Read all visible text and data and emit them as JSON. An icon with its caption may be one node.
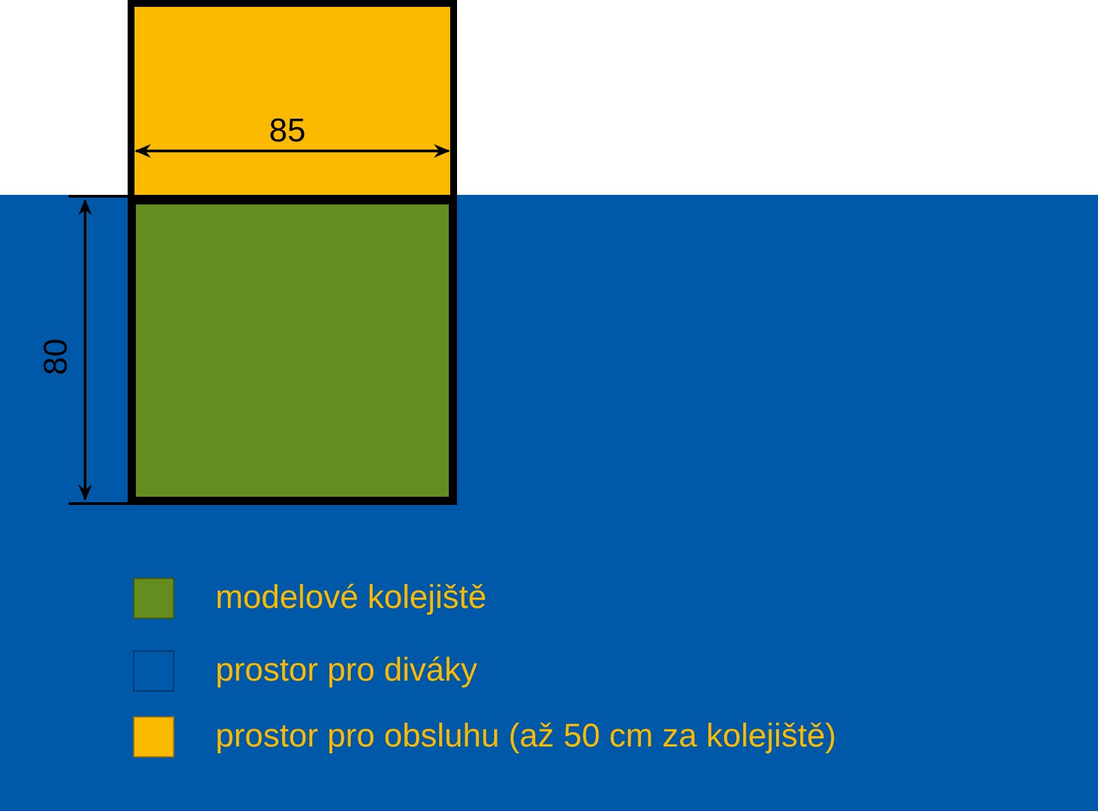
{
  "diagram": {
    "labels": [
      "85",
      "80"
    ],
    "legend": [
      {
        "text": "modelové kolejiště",
        "color": "#648c1e"
      },
      {
        "text": "prostor pro diváky",
        "color": "#0058a8"
      },
      {
        "text": "prostor pro obsluhu (až 50 cm za kolejiště)",
        "color": "#fbb900"
      }
    ]
  }
}
